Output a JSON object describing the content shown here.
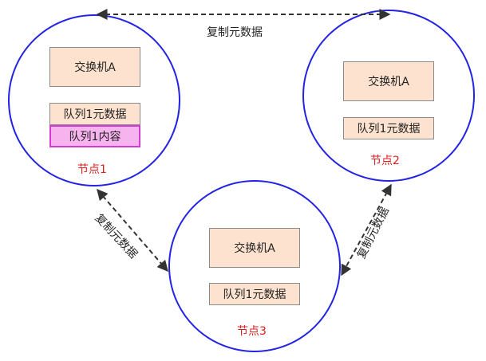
{
  "diagram": {
    "edge_label": "复制元数据",
    "nodes": [
      {
        "label": "节点1",
        "exchange": "交换机A",
        "queue_meta": "队列1元数据",
        "queue_content": "队列1内容"
      },
      {
        "label": "节点2",
        "exchange": "交换机A",
        "queue_meta": "队列1元数据"
      },
      {
        "label": "节点3",
        "exchange": "交换机A",
        "queue_meta": "队列1元数据"
      }
    ],
    "colors": {
      "circle": "#2323e6",
      "node_label": "#e11c1c",
      "box_fill": "#fde3cf",
      "content_fill": "#f6b3ee",
      "content_border": "#d23ad0"
    }
  }
}
